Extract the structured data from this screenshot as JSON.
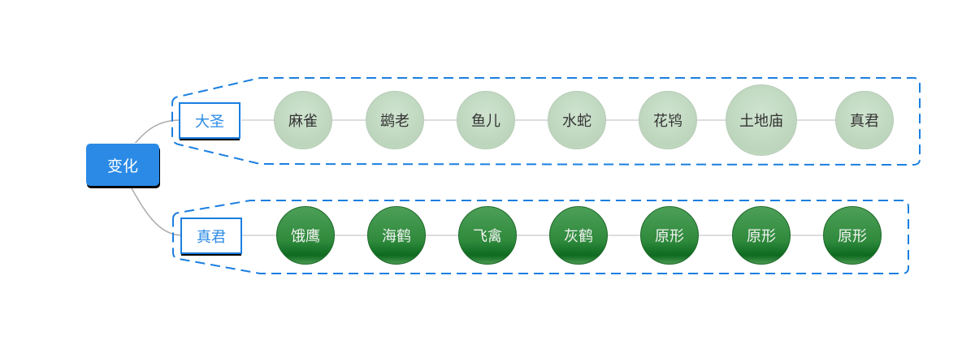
{
  "root": {
    "label": "变化"
  },
  "branches": [
    {
      "label": "大圣",
      "items": [
        "麻雀",
        "鹚老",
        "鱼儿",
        "水蛇",
        "花鸨",
        "土地庙",
        "真君"
      ]
    },
    {
      "label": "真君",
      "items": [
        "饿鹰",
        "海鹤",
        "飞禽",
        "灰鹤",
        "原形",
        "原形",
        "原形"
      ]
    }
  ],
  "colors": {
    "root": "#2a8ae6",
    "boundary": "#1a7fe0",
    "light_node": "#c4dcc4",
    "dark_node": "#2f8a3c"
  }
}
